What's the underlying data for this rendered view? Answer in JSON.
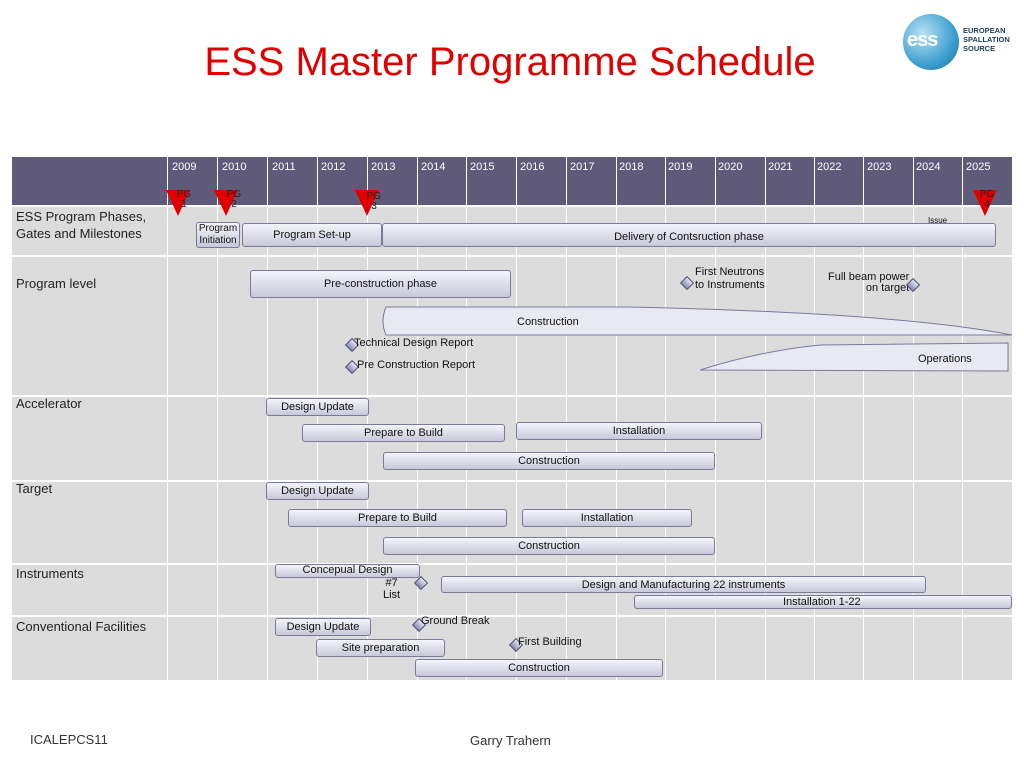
{
  "title": "ESS Master Programme Schedule",
  "logo": {
    "mark": "ess",
    "words": [
      "EUROPEAN",
      "SPALLATION",
      "SOURCE"
    ]
  },
  "years": [
    "2009",
    "2010",
    "2011",
    "2012",
    "2013",
    "2014",
    "2015",
    "2016",
    "2017",
    "2018",
    "2019",
    "2020",
    "2021",
    "2022",
    "2023",
    "2024",
    "2025"
  ],
  "row_labels": {
    "phases": [
      "ESS Program Phases,",
      "Gates and Milestones"
    ],
    "program": "Program level",
    "accelerator": "Accelerator",
    "target": "Target",
    "instruments": "Instruments",
    "conventional": "Conventional Facilities"
  },
  "gates": [
    {
      "label": [
        "PG",
        "1"
      ]
    },
    {
      "label": [
        "PG",
        "2"
      ]
    },
    {
      "label": [
        "PG",
        "3"
      ]
    },
    {
      "label": [
        "PG",
        "4"
      ]
    }
  ],
  "phases": {
    "initiation": [
      "Program",
      "Initiation"
    ],
    "setup": "Program Set-up",
    "delivery": "Delivery of Contsruction phase",
    "issue": "Issue"
  },
  "program": {
    "preconstruction": "Pre-construction phase",
    "first_neutrons": [
      "First Neutrons",
      "to Instruments"
    ],
    "full_beam": [
      "Full beam power",
      "on target"
    ],
    "construction": "Construction",
    "tdr": "Technical Design Report",
    "pcr": "Pre Construction Report",
    "operations": "Operations"
  },
  "accelerator": {
    "design_update": "Design Update",
    "prepare": "Prepare to Build",
    "installation": "Installation",
    "construction": "Construction"
  },
  "target": {
    "design_update": "Design Update",
    "prepare": "Prepare to Build",
    "installation": "Installation",
    "construction": "Construction"
  },
  "instruments": {
    "conceptual": "Concepual Design",
    "count": [
      "#7",
      "List"
    ],
    "design_manuf": "Design and Manufacturing 22 instruments",
    "installation": "Installation 1-22"
  },
  "conventional": {
    "design_update": "Design Update",
    "ground_break": "Ground Break",
    "site_prep": "Site preparation",
    "first_building": "First Building",
    "construction": "Construction"
  },
  "footer": {
    "left": "ICALEPCS11",
    "center": "Garry Trahern"
  },
  "colors": {
    "title": "#e00000",
    "header": "#5f5a7a",
    "grid": "#dcdcdc",
    "gate": "#e00000"
  }
}
